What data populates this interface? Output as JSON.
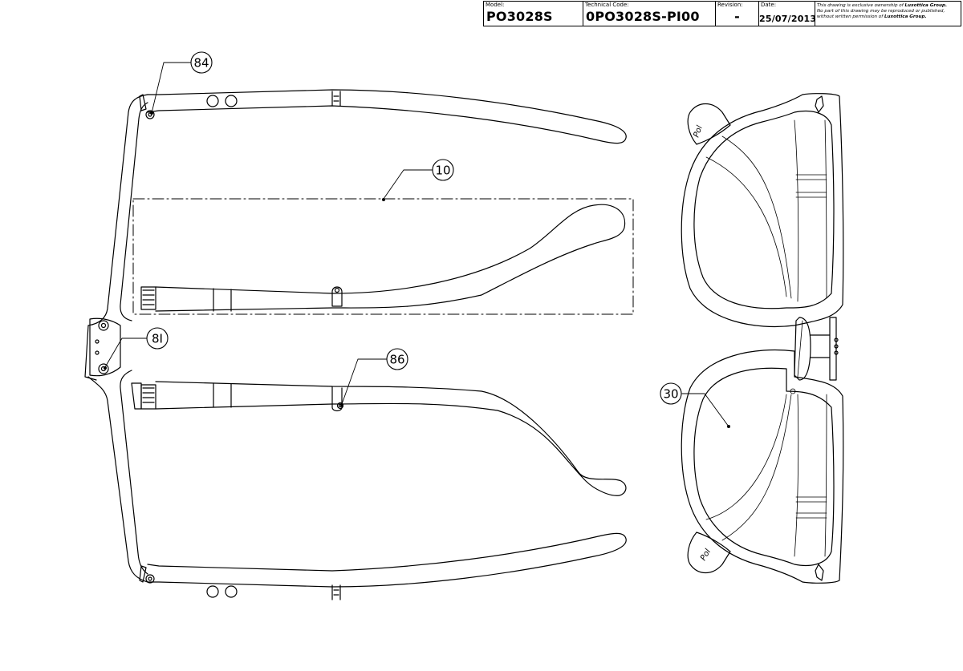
{
  "title_block": {
    "model_label": "Model:",
    "model_value": "PO3028S",
    "technical_code_label": "Technical Code:",
    "technical_code_value": "0PO3028S-PI00",
    "revision_label": "Revision:",
    "revision_value": "-",
    "date_label": "Date:",
    "date_value": "25/07/2013",
    "notice_line1_prefix": "This drawing is exclusive ownership of ",
    "notice_company": "Luxottica Group.",
    "notice_line2": "No part of this drawing may be reproduced or published,",
    "notice_line3_prefix": "without written permission of "
  },
  "callouts": {
    "c84": "84",
    "c10": "10",
    "c81": "8I",
    "c86": "86",
    "c30": "30"
  }
}
